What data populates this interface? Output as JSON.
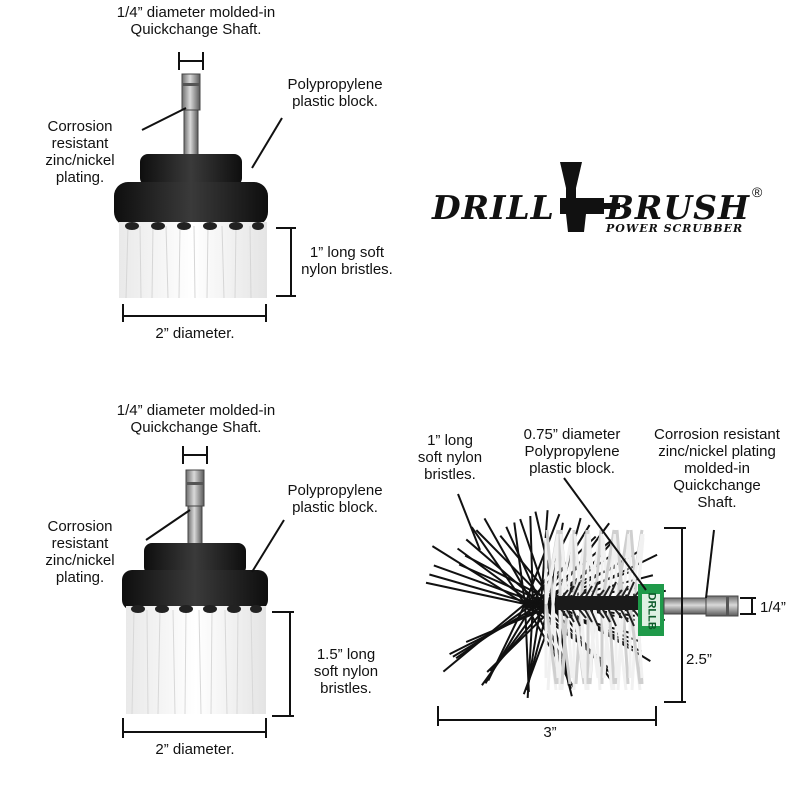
{
  "brand": {
    "word1": "DRILL",
    "word2": "BRUSH",
    "tagline": "POWER SCRUBBER",
    "registered": "®"
  },
  "brush1": {
    "shaft_label": [
      "1/4” diameter molded-in",
      "Quickchange Shaft."
    ],
    "block_label": [
      "Polypropylene",
      "plastic block."
    ],
    "plating_label": [
      "Corrosion",
      "resistant",
      "zinc/nickel",
      "plating."
    ],
    "bristle_label": [
      "1” long soft",
      "nylon bristles."
    ],
    "diameter_label": "2” diameter."
  },
  "brush2": {
    "shaft_label": [
      "1/4” diameter molded-in",
      "Quickchange Shaft."
    ],
    "block_label": [
      "Polypropylene",
      "plastic block."
    ],
    "plating_label": [
      "Corrosion",
      "resistant",
      "zinc/nickel",
      "plating."
    ],
    "bristle_label": [
      "1.5” long",
      "soft nylon",
      "bristles."
    ],
    "diameter_label": "2” diameter."
  },
  "brush3": {
    "bristle_label": [
      "1” long",
      "soft nylon",
      "bristles."
    ],
    "block_label": [
      "0.75” diameter",
      "Polypropylene",
      "plastic block."
    ],
    "shaft_label": [
      "Corrosion resistant",
      "zinc/nickel plating",
      "molded-in",
      "Quickchange",
      "Shaft."
    ],
    "shaft_dim": "1/4”",
    "height_dim": "2.5”",
    "length_dim": "3”",
    "collar_text": "DRLLB"
  },
  "colors": {
    "ink": "#111111",
    "block": "#1e1e1e",
    "bristle": "#f3f3f3",
    "collar": "#1f9a4a",
    "metal": "#9a9a9a"
  }
}
